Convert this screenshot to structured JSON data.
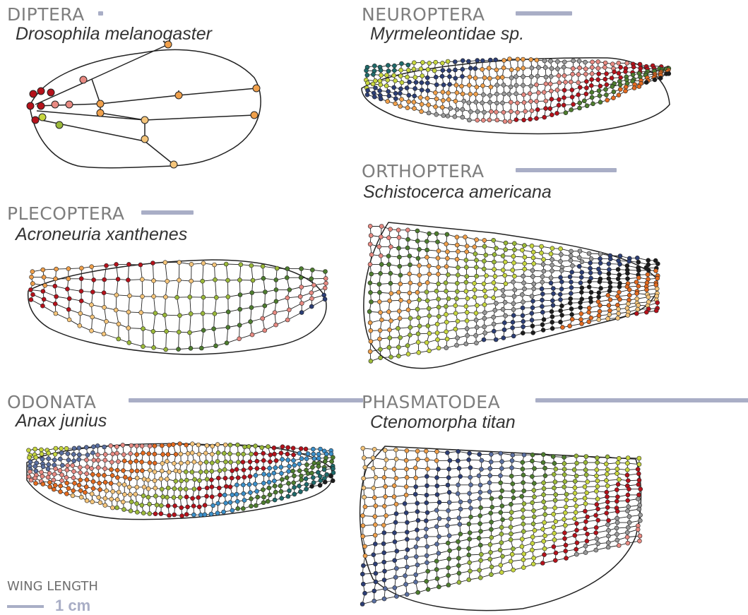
{
  "accent_color": "#a9aec6",
  "panels": [
    {
      "key": "diptera",
      "order": "DIPTERA",
      "species": "Drosophila melanogaster",
      "bar_fraction": 0.12
    },
    {
      "key": "neuroptera",
      "order": "NEUROPTERA",
      "species": "Myrmeleontidae sp.",
      "bar_fraction": 1.4
    },
    {
      "key": "orthoptera",
      "order": "ORTHOPTERA",
      "species": "Schistocerca americana",
      "bar_fraction": 2.5
    },
    {
      "key": "plecoptera",
      "order": "PLECOPTERA",
      "species": "Acroneuria xanthenes",
      "bar_fraction": 1.3
    },
    {
      "key": "odonata",
      "order": "ODONATA",
      "species": "Anax junius",
      "bar_fraction": 5.8
    },
    {
      "key": "phasmatodea",
      "order": "PHASMATODEA",
      "species": "Ctenomorpha titan",
      "bar_fraction": 5.8
    }
  ],
  "scale": {
    "title": "WING LENGTH",
    "label": "1 cm"
  },
  "palette": [
    "#b5121b",
    "#f0a04b",
    "#f5c57a",
    "#e88a82",
    "#c7d63f",
    "#9bb93a",
    "#4e7d2f",
    "#2c3e75",
    "#5a6fa0",
    "#1c1c1c",
    "#e36a1f",
    "#9a9a9a",
    "#3b8fc9",
    "#1f6b6b",
    "#7a3c8c"
  ]
}
